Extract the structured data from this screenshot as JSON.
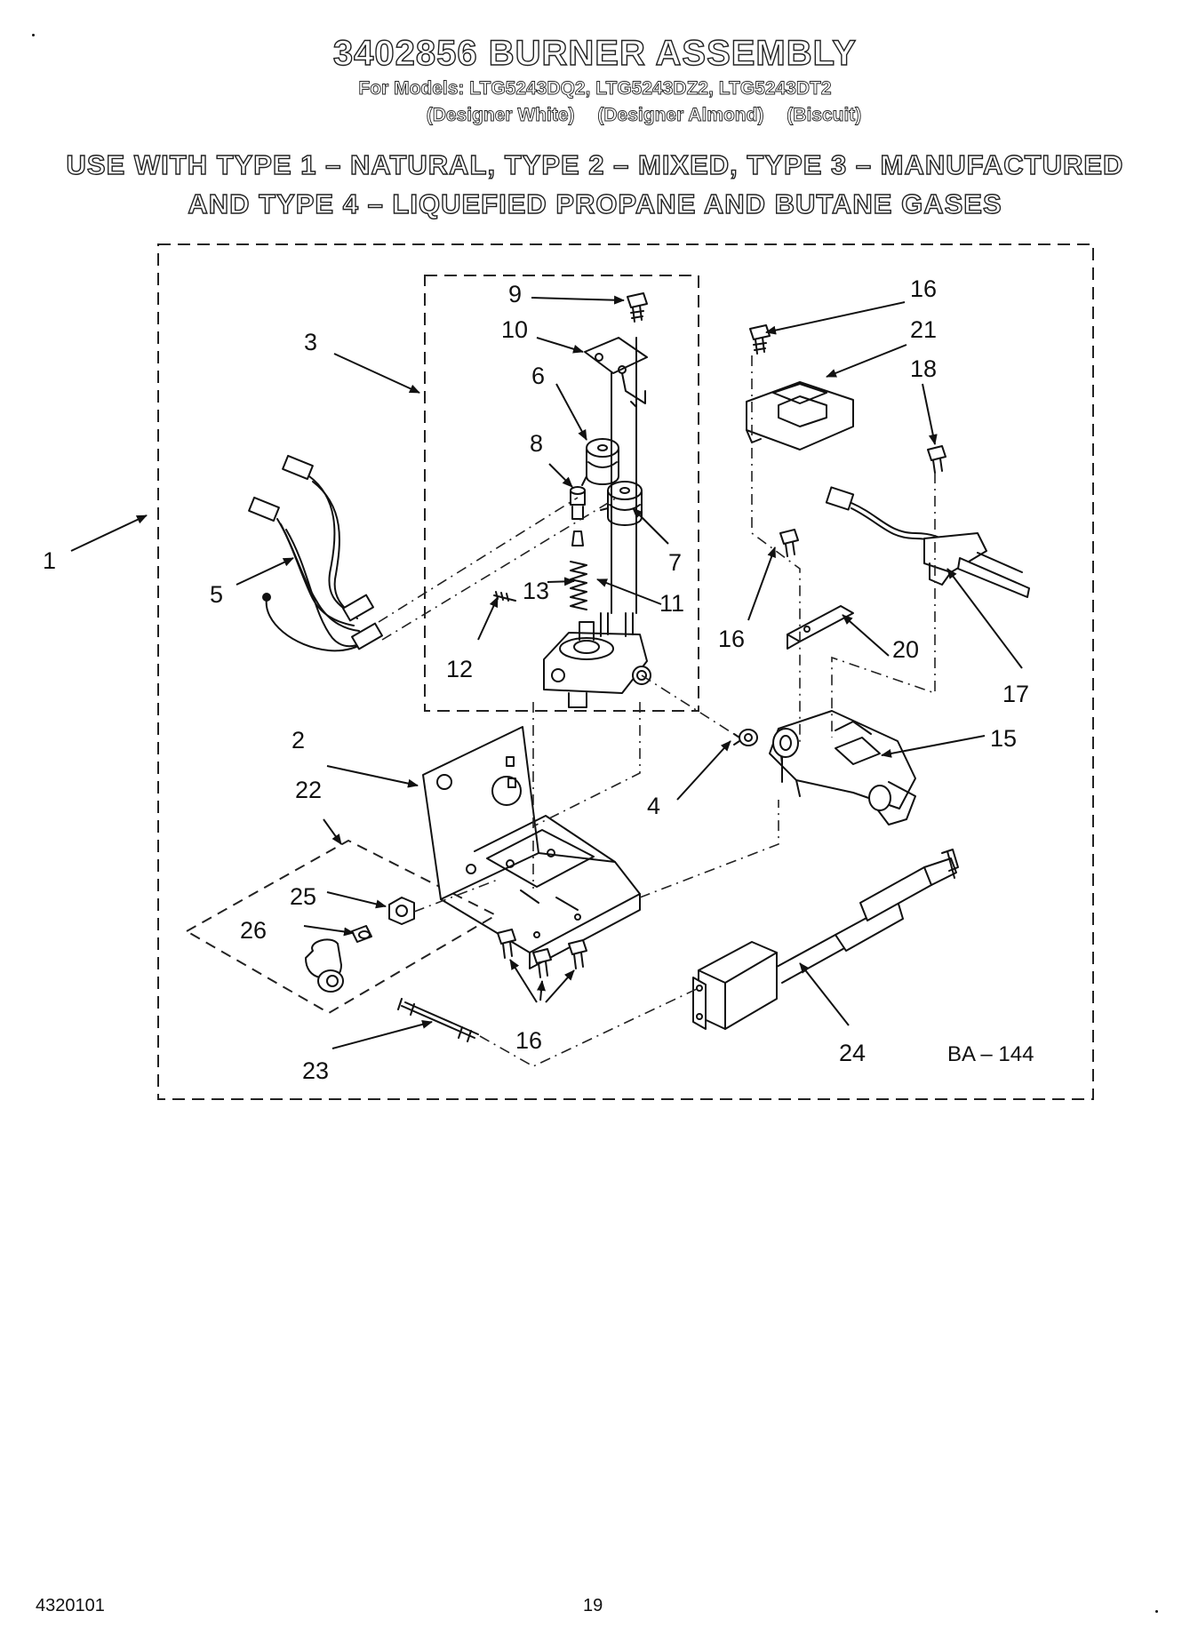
{
  "header": {
    "title": "3402856 BURNER ASSEMBLY",
    "models": "For Models: LTG5243DQ2, LTG5243DZ2, LTG5243DT2",
    "finishes": [
      "(Designer White)",
      "(Designer Almond)",
      "(Biscuit)"
    ],
    "usage_line_1": "USE WITH TYPE 1 – NATURAL, TYPE 2 – MIXED, TYPE 3 – MANUFACTURED",
    "usage_line_2": "AND TYPE 4 – LIQUEFIED PROPANE AND BUTANE GASES"
  },
  "diagram": {
    "reference_code": "BA – 144",
    "callouts": {
      "c1": "1",
      "c2": "2",
      "c3": "3",
      "c4": "4",
      "c5": "5",
      "c6": "6",
      "c7": "7",
      "c8": "8",
      "c9": "9",
      "c10": "10",
      "c11": "11",
      "c12": "12",
      "c13": "13",
      "c15": "15",
      "c16a": "16",
      "c16b": "16",
      "c16c": "16",
      "c17": "17",
      "c18": "18",
      "c20": "20",
      "c21": "21",
      "c22": "22",
      "c23": "23",
      "c24": "24",
      "c25": "25",
      "c26": "26"
    }
  },
  "footer": {
    "doc_number": "4320101",
    "page_number": "19"
  }
}
